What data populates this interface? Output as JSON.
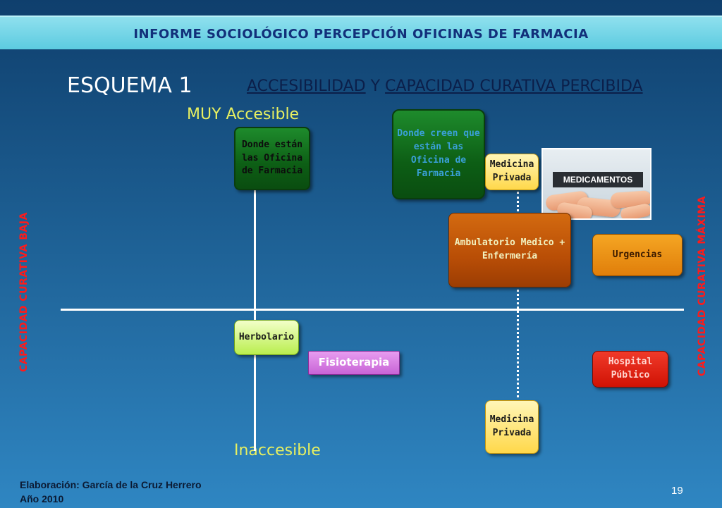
{
  "header": {
    "title": "INFORME SOCIOLÓGICO PERCEPCIÓN OFICINAS DE FARMACIA"
  },
  "scheme": {
    "name": "ESQUEMA 1",
    "subtitle_part1": "ACCESIBILIDAD",
    "subtitle_join": " Y ",
    "subtitle_part2": "CAPACIDAD CURATIVA PERCIBIDA"
  },
  "axes": {
    "top": "MUY Accesible",
    "bottom": "Inaccesible",
    "left": "CAPACIDAD CURATIVA BAJA",
    "right": "CAPACIDAD CURATIVA  MÁXIMA"
  },
  "nodes": {
    "donde_estan": "Donde están las Oficina de Farmacia",
    "donde_creen": "Donde creen que están las Oficina de Farmacia",
    "medicina_privada_top": "Medicina Privada",
    "medicamentos": "MEDICAMENTOS",
    "ambulatorio": "Ambulatorio Medico + Enfermería",
    "urgencias": "Urgencias",
    "herbolario": "Herbolario",
    "fisioterapia": "Fisioterapia",
    "hospital": "Hospital Público",
    "medicina_privada_bottom": "Medicina Privada"
  },
  "colors": {
    "background": "#1d5f93",
    "header_band": "#5ccbe0",
    "axis_text": "#e8f060",
    "axis_side": "#ff1a1a"
  },
  "footer": {
    "line1": "Elaboración: García de la Cruz Herrero",
    "line2": "Año 2010",
    "page": "19"
  }
}
